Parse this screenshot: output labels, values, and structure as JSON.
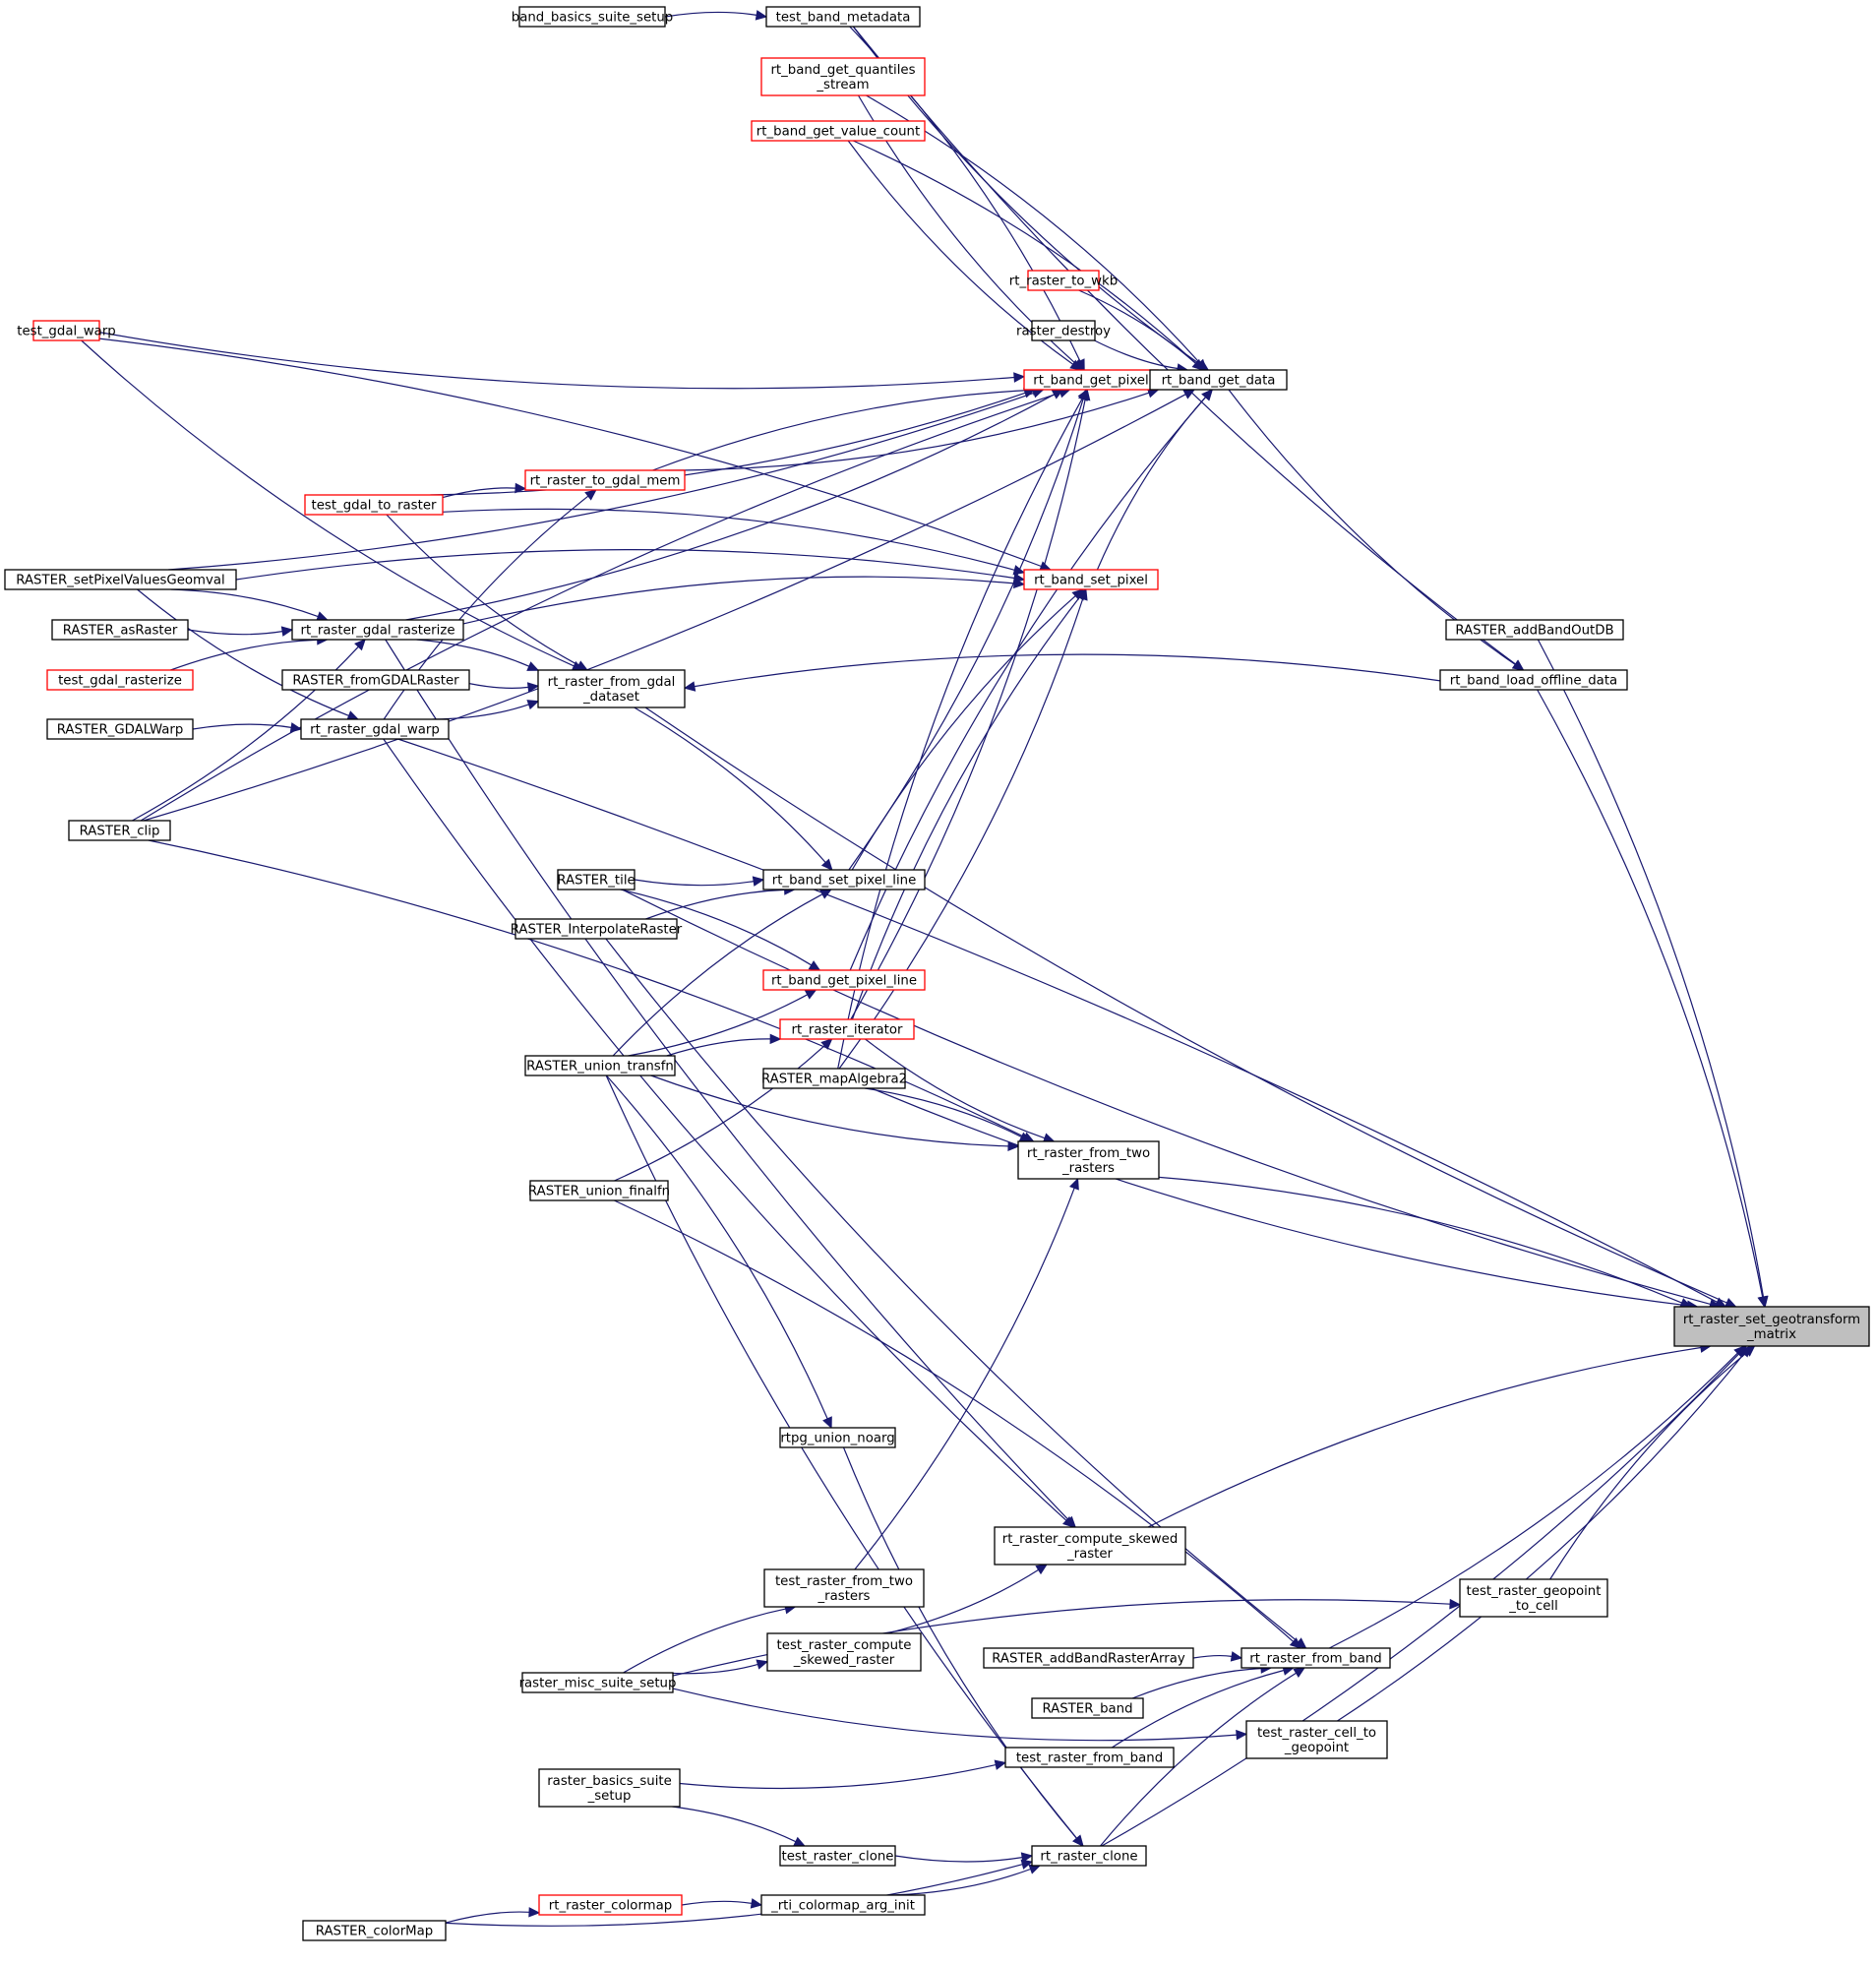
{
  "diagram": {
    "type": "doxygen-caller-graph",
    "focus_node": "rt_raster_set_geotransform_matrix",
    "colors": {
      "edge": "#191970",
      "truncated_border": "#ff0000",
      "normal_border": "#000000",
      "focus_fill": "#bfbfbf"
    },
    "nodes": [
      {
        "id": "focus",
        "lines": [
          "rt_raster_set_geotransform",
          "_matrix"
        ],
        "style": "focus"
      },
      {
        "id": "band_basics_suite_setup",
        "lines": [
          "band_basics_suite_setup"
        ],
        "style": "normal"
      },
      {
        "id": "test_band_metadata",
        "lines": [
          "test_band_metadata"
        ],
        "style": "normal"
      },
      {
        "id": "rt_band_get_quantiles_stream",
        "lines": [
          "rt_band_get_quantiles",
          "_stream"
        ],
        "style": "truncated"
      },
      {
        "id": "rt_band_get_value_count",
        "lines": [
          "rt_band_get_value_count"
        ],
        "style": "truncated"
      },
      {
        "id": "rt_raster_to_wkb",
        "lines": [
          "rt_raster_to_wkb"
        ],
        "style": "truncated"
      },
      {
        "id": "raster_destroy",
        "lines": [
          "raster_destroy"
        ],
        "style": "normal"
      },
      {
        "id": "rt_band_get_pixel",
        "lines": [
          "rt_band_get_pixel"
        ],
        "style": "truncated"
      },
      {
        "id": "rt_band_get_data",
        "lines": [
          "rt_band_get_data"
        ],
        "style": "normal"
      },
      {
        "id": "test_gdal_warp",
        "lines": [
          "test_gdal_warp"
        ],
        "style": "truncated"
      },
      {
        "id": "rt_raster_to_gdal_mem",
        "lines": [
          "rt_raster_to_gdal_mem"
        ],
        "style": "truncated"
      },
      {
        "id": "test_gdal_to_raster",
        "lines": [
          "test_gdal_to_raster"
        ],
        "style": "truncated"
      },
      {
        "id": "RASTER_setPixelValuesGeomval",
        "lines": [
          "RASTER_setPixelValuesGeomval"
        ],
        "style": "normal"
      },
      {
        "id": "rt_band_set_pixel",
        "lines": [
          "rt_band_set_pixel"
        ],
        "style": "truncated"
      },
      {
        "id": "RASTER_asRaster",
        "lines": [
          "RASTER_asRaster"
        ],
        "style": "normal"
      },
      {
        "id": "rt_raster_gdal_rasterize",
        "lines": [
          "rt_raster_gdal_rasterize"
        ],
        "style": "normal"
      },
      {
        "id": "test_gdal_rasterize",
        "lines": [
          "test_gdal_rasterize"
        ],
        "style": "truncated"
      },
      {
        "id": "RASTER_fromGDALRaster",
        "lines": [
          "RASTER_fromGDALRaster"
        ],
        "style": "normal"
      },
      {
        "id": "rt_raster_from_gdal_dataset",
        "lines": [
          "rt_raster_from_gdal",
          "_dataset"
        ],
        "style": "normal"
      },
      {
        "id": "RASTER_addBandOutDB",
        "lines": [
          "RASTER_addBandOutDB"
        ],
        "style": "normal"
      },
      {
        "id": "rt_band_load_offline_data",
        "lines": [
          "rt_band_load_offline_data"
        ],
        "style": "normal"
      },
      {
        "id": "RASTER_GDALWarp",
        "lines": [
          "RASTER_GDALWarp"
        ],
        "style": "normal"
      },
      {
        "id": "rt_raster_gdal_warp",
        "lines": [
          "rt_raster_gdal_warp"
        ],
        "style": "normal"
      },
      {
        "id": "RASTER_clip",
        "lines": [
          "RASTER_clip"
        ],
        "style": "normal"
      },
      {
        "id": "RASTER_tile",
        "lines": [
          "RASTER_tile"
        ],
        "style": "normal"
      },
      {
        "id": "rt_band_set_pixel_line",
        "lines": [
          "rt_band_set_pixel_line"
        ],
        "style": "normal"
      },
      {
        "id": "RASTER_InterpolateRaster",
        "lines": [
          "RASTER_InterpolateRaster"
        ],
        "style": "normal"
      },
      {
        "id": "rt_band_get_pixel_line",
        "lines": [
          "rt_band_get_pixel_line"
        ],
        "style": "truncated"
      },
      {
        "id": "rt_raster_iterator",
        "lines": [
          "rt_raster_iterator"
        ],
        "style": "truncated"
      },
      {
        "id": "RASTER_union_transfn",
        "lines": [
          "RASTER_union_transfn"
        ],
        "style": "normal"
      },
      {
        "id": "RASTER_mapAlgebra2",
        "lines": [
          "RASTER_mapAlgebra2"
        ],
        "style": "normal"
      },
      {
        "id": "rt_raster_from_two_rasters",
        "lines": [
          "rt_raster_from_two",
          "_rasters"
        ],
        "style": "normal"
      },
      {
        "id": "RASTER_union_finalfn",
        "lines": [
          "RASTER_union_finalfn"
        ],
        "style": "normal"
      },
      {
        "id": "rtpg_union_noarg",
        "lines": [
          "rtpg_union_noarg"
        ],
        "style": "normal"
      },
      {
        "id": "rt_raster_compute_skewed_raster",
        "lines": [
          "rt_raster_compute_skewed",
          "_raster"
        ],
        "style": "normal"
      },
      {
        "id": "test_raster_from_two_rasters",
        "lines": [
          "test_raster_from_two",
          "_rasters"
        ],
        "style": "normal"
      },
      {
        "id": "test_raster_geopoint_to_cell",
        "lines": [
          "test_raster_geopoint",
          "_to_cell"
        ],
        "style": "normal"
      },
      {
        "id": "test_raster_compute_skewed_raster",
        "lines": [
          "test_raster_compute",
          "_skewed_raster"
        ],
        "style": "normal"
      },
      {
        "id": "RASTER_addBandRasterArray",
        "lines": [
          "RASTER_addBandRasterArray"
        ],
        "style": "normal"
      },
      {
        "id": "rt_raster_from_band",
        "lines": [
          "rt_raster_from_band"
        ],
        "style": "normal"
      },
      {
        "id": "raster_misc_suite_setup",
        "lines": [
          "raster_misc_suite_setup"
        ],
        "style": "normal"
      },
      {
        "id": "RASTER_band",
        "lines": [
          "RASTER_band"
        ],
        "style": "normal"
      },
      {
        "id": "test_raster_cell_to_geopoint",
        "lines": [
          "test_raster_cell_to",
          "_geopoint"
        ],
        "style": "normal"
      },
      {
        "id": "test_raster_from_band",
        "lines": [
          "test_raster_from_band"
        ],
        "style": "normal"
      },
      {
        "id": "raster_basics_suite_setup",
        "lines": [
          "raster_basics_suite",
          "_setup"
        ],
        "style": "normal"
      },
      {
        "id": "test_raster_clone",
        "lines": [
          "test_raster_clone"
        ],
        "style": "normal"
      },
      {
        "id": "rt_raster_clone",
        "lines": [
          "rt_raster_clone"
        ],
        "style": "normal"
      },
      {
        "id": "rt_raster_colormap",
        "lines": [
          "rt_raster_colormap"
        ],
        "style": "truncated"
      },
      {
        "id": "_rti_colormap_arg_init",
        "lines": [
          "_rti_colormap_arg_init"
        ],
        "style": "normal"
      },
      {
        "id": "RASTER_colorMap",
        "lines": [
          "RASTER_colorMap"
        ],
        "style": "normal"
      }
    ],
    "edges": [
      [
        "band_basics_suite_setup",
        "test_band_metadata"
      ],
      [
        "test_band_metadata",
        "rt_band_get_data"
      ],
      [
        "test_band_metadata",
        "rt_band_get_pixel"
      ],
      [
        "test_band_metadata",
        "rt_band_load_offline_data"
      ],
      [
        "rt_band_get_quantiles_stream",
        "rt_band_get_data"
      ],
      [
        "rt_band_get_quantiles_stream",
        "rt_band_get_pixel"
      ],
      [
        "rt_band_get_value_count",
        "rt_band_get_data"
      ],
      [
        "rt_band_get_value_count",
        "rt_band_get_pixel"
      ],
      [
        "rt_raster_to_wkb",
        "rt_band_get_data"
      ],
      [
        "raster_destroy",
        "rt_band_get_data"
      ],
      [
        "rt_band_get_pixel",
        "rt_band_get_data"
      ],
      [
        "test_gdal_warp",
        "rt_band_get_pixel"
      ],
      [
        "test_gdal_warp",
        "rt_band_set_pixel"
      ],
      [
        "test_gdal_warp",
        "rt_raster_from_gdal_dataset"
      ],
      [
        "rt_raster_to_gdal_mem",
        "rt_band_get_pixel"
      ],
      [
        "rt_raster_to_gdal_mem",
        "rt_band_get_data"
      ],
      [
        "test_gdal_to_raster",
        "rt_raster_to_gdal_mem"
      ],
      [
        "test_gdal_to_raster",
        "rt_band_get_pixel"
      ],
      [
        "test_gdal_to_raster",
        "rt_band_set_pixel"
      ],
      [
        "test_gdal_to_raster",
        "rt_raster_from_gdal_dataset"
      ],
      [
        "RASTER_setPixelValuesGeomval",
        "rt_band_set_pixel"
      ],
      [
        "RASTER_setPixelValuesGeomval",
        "rt_band_get_pixel"
      ],
      [
        "RASTER_setPixelValuesGeomval",
        "rt_raster_gdal_rasterize"
      ],
      [
        "RASTER_setPixelValuesGeomval",
        "rt_raster_gdal_warp"
      ],
      [
        "rt_band_set_pixel",
        "rt_band_get_data"
      ],
      [
        "RASTER_asRaster",
        "rt_raster_gdal_rasterize"
      ],
      [
        "rt_raster_gdal_rasterize",
        "rt_band_set_pixel"
      ],
      [
        "rt_raster_gdal_rasterize",
        "rt_band_get_pixel"
      ],
      [
        "rt_raster_gdal_rasterize",
        "rt_raster_from_gdal_dataset"
      ],
      [
        "rt_raster_gdal_rasterize",
        "rt_raster_compute_skewed_raster"
      ],
      [
        "test_gdal_rasterize",
        "rt_raster_gdal_rasterize"
      ],
      [
        "RASTER_fromGDALRaster",
        "rt_raster_from_gdal_dataset"
      ],
      [
        "rt_raster_from_gdal_dataset",
        "rt_band_set_pixel_line"
      ],
      [
        "rt_raster_from_gdal_dataset",
        "focus"
      ],
      [
        "RASTER_addBandOutDB",
        "focus"
      ],
      [
        "rt_band_load_offline_data",
        "rt_raster_from_gdal_dataset"
      ],
      [
        "rt_band_load_offline_data",
        "focus"
      ],
      [
        "rt_band_get_data",
        "rt_band_load_offline_data"
      ],
      [
        "RASTER_GDALWarp",
        "rt_raster_gdal_warp"
      ],
      [
        "rt_raster_gdal_warp",
        "rt_raster_from_gdal_dataset"
      ],
      [
        "rt_raster_gdal_warp",
        "rt_raster_to_gdal_mem"
      ],
      [
        "rt_raster_gdal_warp",
        "rt_raster_compute_skewed_raster"
      ],
      [
        "rt_raster_gdal_warp",
        "focus"
      ],
      [
        "RASTER_clip",
        "rt_raster_gdal_rasterize"
      ],
      [
        "RASTER_clip",
        "rt_band_get_pixel"
      ],
      [
        "RASTER_clip",
        "rt_band_get_data"
      ],
      [
        "RASTER_clip",
        "rt_raster_from_two_rasters"
      ],
      [
        "RASTER_tile",
        "rt_band_set_pixel_line"
      ],
      [
        "RASTER_tile",
        "rt_band_get_pixel_line"
      ],
      [
        "RASTER_tile",
        "focus"
      ],
      [
        "rt_band_set_pixel_line",
        "rt_band_set_pixel"
      ],
      [
        "rt_band_set_pixel_line",
        "rt_band_get_pixel"
      ],
      [
        "RASTER_InterpolateRaster",
        "rt_band_set_pixel_line"
      ],
      [
        "RASTER_InterpolateRaster",
        "rt_raster_from_band"
      ],
      [
        "rt_band_get_pixel_line",
        "rt_band_get_data"
      ],
      [
        "rt_raster_iterator",
        "rt_band_get_pixel"
      ],
      [
        "rt_raster_iterator",
        "rt_band_set_pixel"
      ],
      [
        "rt_raster_iterator",
        "rt_raster_from_two_rasters"
      ],
      [
        "RASTER_union_transfn",
        "rt_raster_iterator"
      ],
      [
        "RASTER_union_transfn",
        "rt_band_get_pixel_line"
      ],
      [
        "RASTER_union_transfn",
        "rt_band_set_pixel_line"
      ],
      [
        "RASTER_union_transfn",
        "rt_raster_from_two_rasters"
      ],
      [
        "RASTER_union_transfn",
        "rtpg_union_noarg"
      ],
      [
        "RASTER_union_transfn",
        "rt_raster_clone"
      ],
      [
        "RASTER_mapAlgebra2",
        "rt_band_get_pixel"
      ],
      [
        "RASTER_mapAlgebra2",
        "rt_band_set_pixel"
      ],
      [
        "RASTER_mapAlgebra2",
        "rt_raster_from_two_rasters"
      ],
      [
        "RASTER_mapAlgebra2",
        "focus"
      ],
      [
        "rt_raster_from_two_rasters",
        "focus"
      ],
      [
        "RASTER_union_finalfn",
        "rt_raster_iterator"
      ],
      [
        "RASTER_union_finalfn",
        "rt_raster_from_band"
      ],
      [
        "rtpg_union_noarg",
        "rt_raster_clone"
      ],
      [
        "rt_raster_compute_skewed_raster",
        "focus"
      ],
      [
        "test_raster_from_two_rasters",
        "rt_raster_from_two_rasters"
      ],
      [
        "test_raster_geopoint_to_cell",
        "focus"
      ],
      [
        "test_raster_compute_skewed_raster",
        "rt_raster_compute_skewed_raster"
      ],
      [
        "RASTER_addBandRasterArray",
        "rt_raster_from_band"
      ],
      [
        "rt_raster_from_band",
        "focus"
      ],
      [
        "raster_misc_suite_setup",
        "test_raster_from_two_rasters"
      ],
      [
        "raster_misc_suite_setup",
        "test_raster_compute_skewed_raster"
      ],
      [
        "raster_misc_suite_setup",
        "test_raster_geopoint_to_cell"
      ],
      [
        "raster_misc_suite_setup",
        "test_raster_cell_to_geopoint"
      ],
      [
        "RASTER_band",
        "rt_raster_from_band"
      ],
      [
        "test_raster_cell_to_geopoint",
        "focus"
      ],
      [
        "test_raster_from_band",
        "rt_raster_from_band"
      ],
      [
        "raster_basics_suite_setup",
        "test_raster_from_band"
      ],
      [
        "raster_basics_suite_setup",
        "test_raster_clone"
      ],
      [
        "test_raster_clone",
        "rt_raster_clone"
      ],
      [
        "rt_raster_clone",
        "rt_raster_from_band"
      ],
      [
        "rt_raster_clone",
        "focus"
      ],
      [
        "rt_raster_colormap",
        "_rti_colormap_arg_init"
      ],
      [
        "_rti_colormap_arg_init",
        "rt_raster_clone"
      ],
      [
        "RASTER_colorMap",
        "rt_raster_colormap"
      ],
      [
        "RASTER_colorMap",
        "rt_raster_clone"
      ]
    ]
  }
}
